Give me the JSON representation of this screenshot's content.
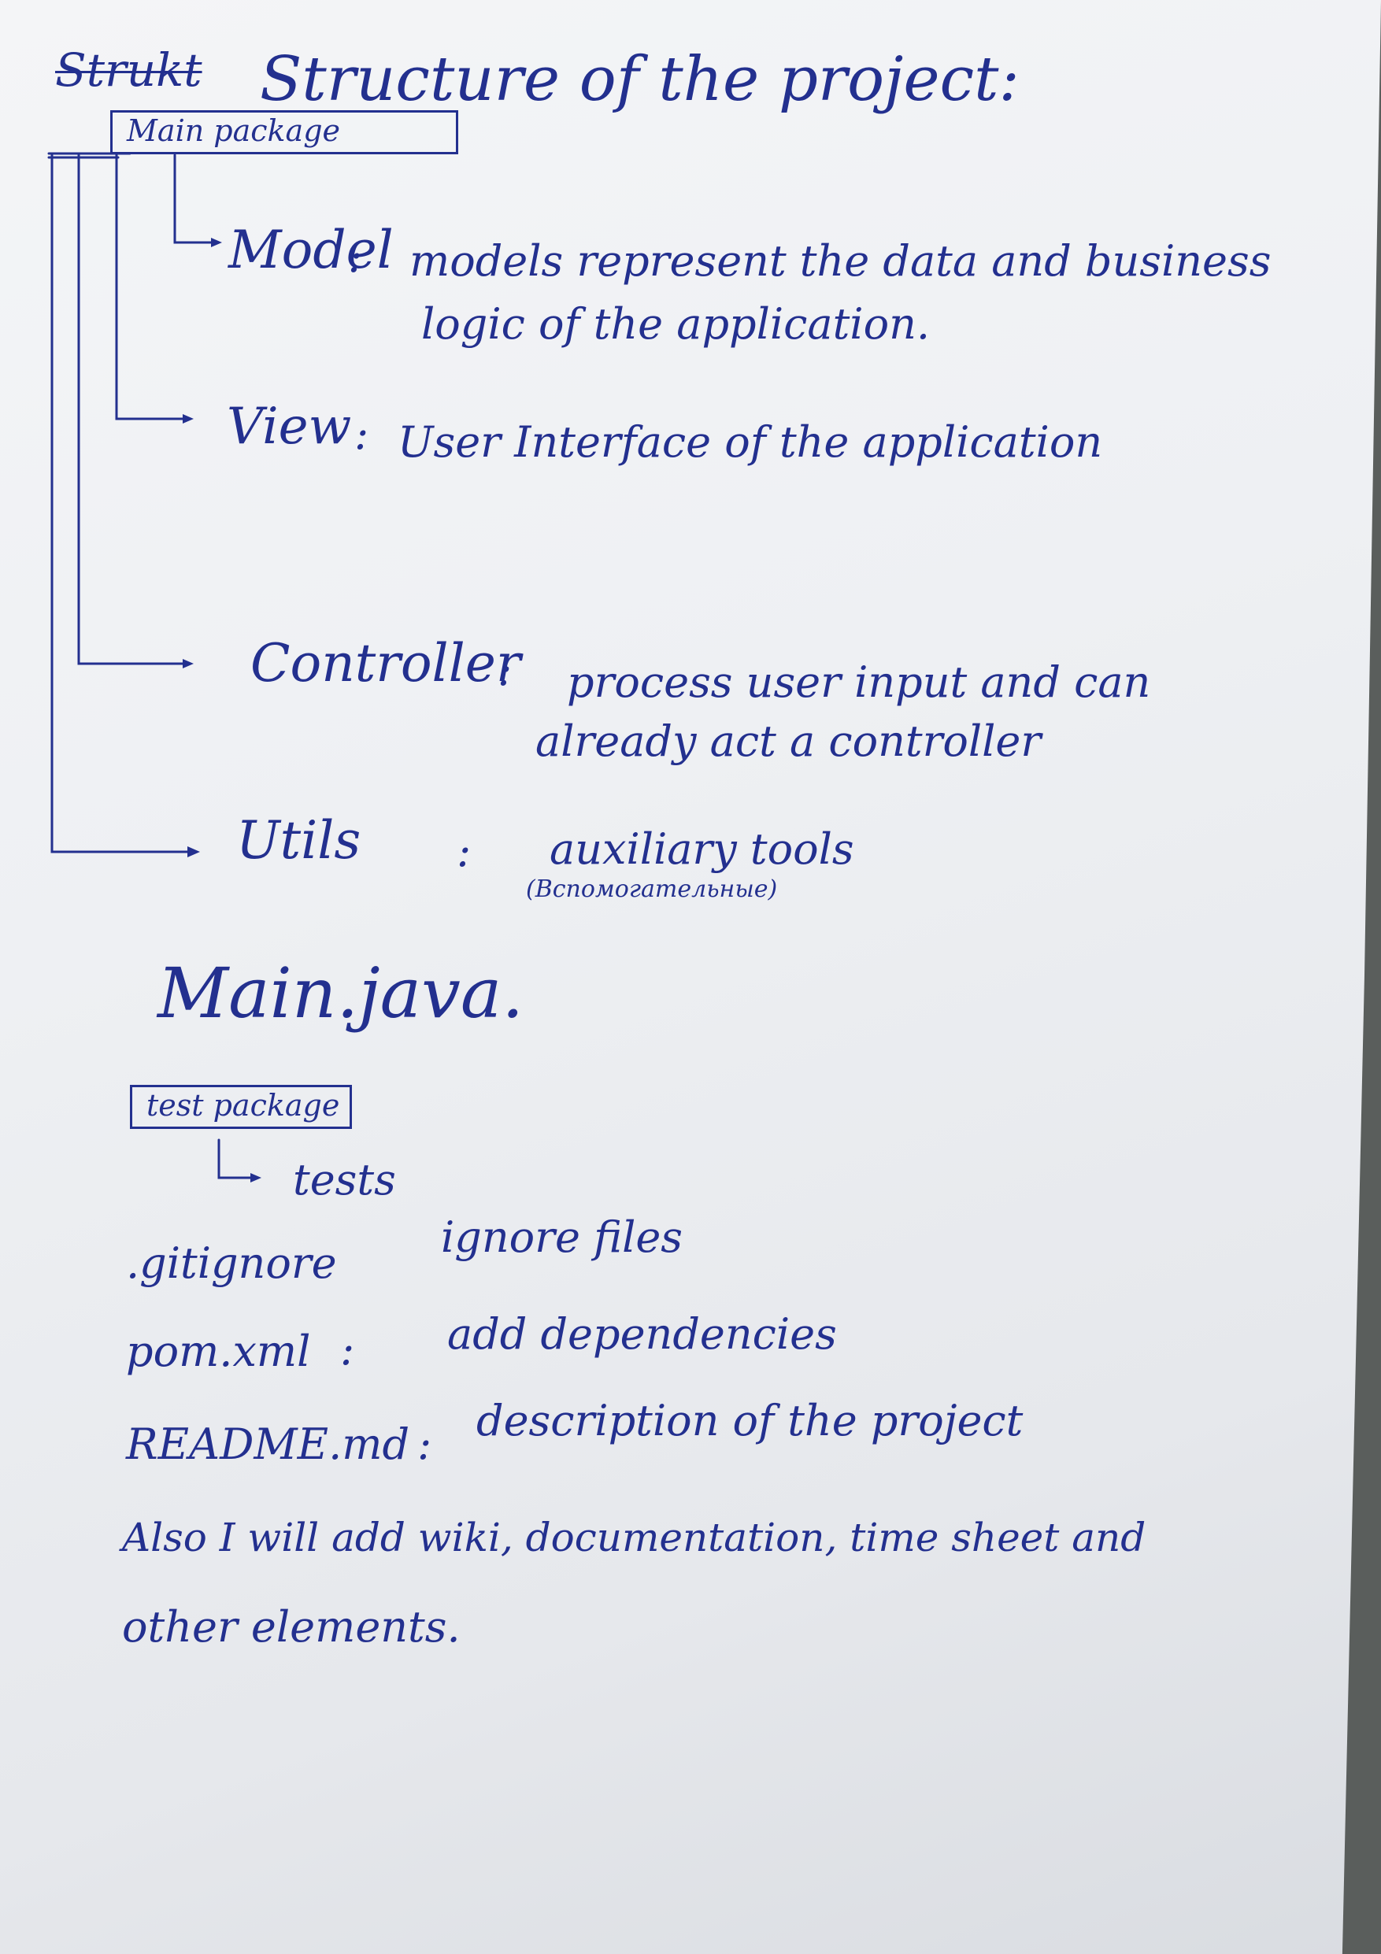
{
  "title": {
    "struck_word": "Strukt",
    "text": "Structure of the project:"
  },
  "main_package": {
    "label": "Main package",
    "items": [
      {
        "name": "Model",
        "sep": ":",
        "desc": [
          "models represent the data and business",
          "logic of the application."
        ]
      },
      {
        "name": "View",
        "sep": ":",
        "desc": [
          "User Interface of the application"
        ]
      },
      {
        "name": "Controller",
        "sep": ":",
        "desc": [
          "process user input and can",
          "already act a controller"
        ]
      },
      {
        "name": "Utils",
        "sep": ":",
        "desc": [
          "auxiliary tools",
          "(Вспомогательные)"
        ]
      }
    ]
  },
  "main_file": "Main.java.",
  "test_package": {
    "label": "test package",
    "child": "tests"
  },
  "files": [
    {
      "name": ".gitignore",
      "sep": "",
      "desc": "ignore files"
    },
    {
      "name": "pom.xml",
      "sep": ":",
      "desc": "add dependencies"
    },
    {
      "name": "README.md",
      "sep": ":",
      "desc": "description of the project"
    }
  ],
  "also": [
    "Also I will add wiki, documentation, time sheet and",
    "other elements."
  ],
  "colors": {
    "ink": "#23308f",
    "paper": "#eef0f3",
    "background": "#5a5e5c"
  }
}
